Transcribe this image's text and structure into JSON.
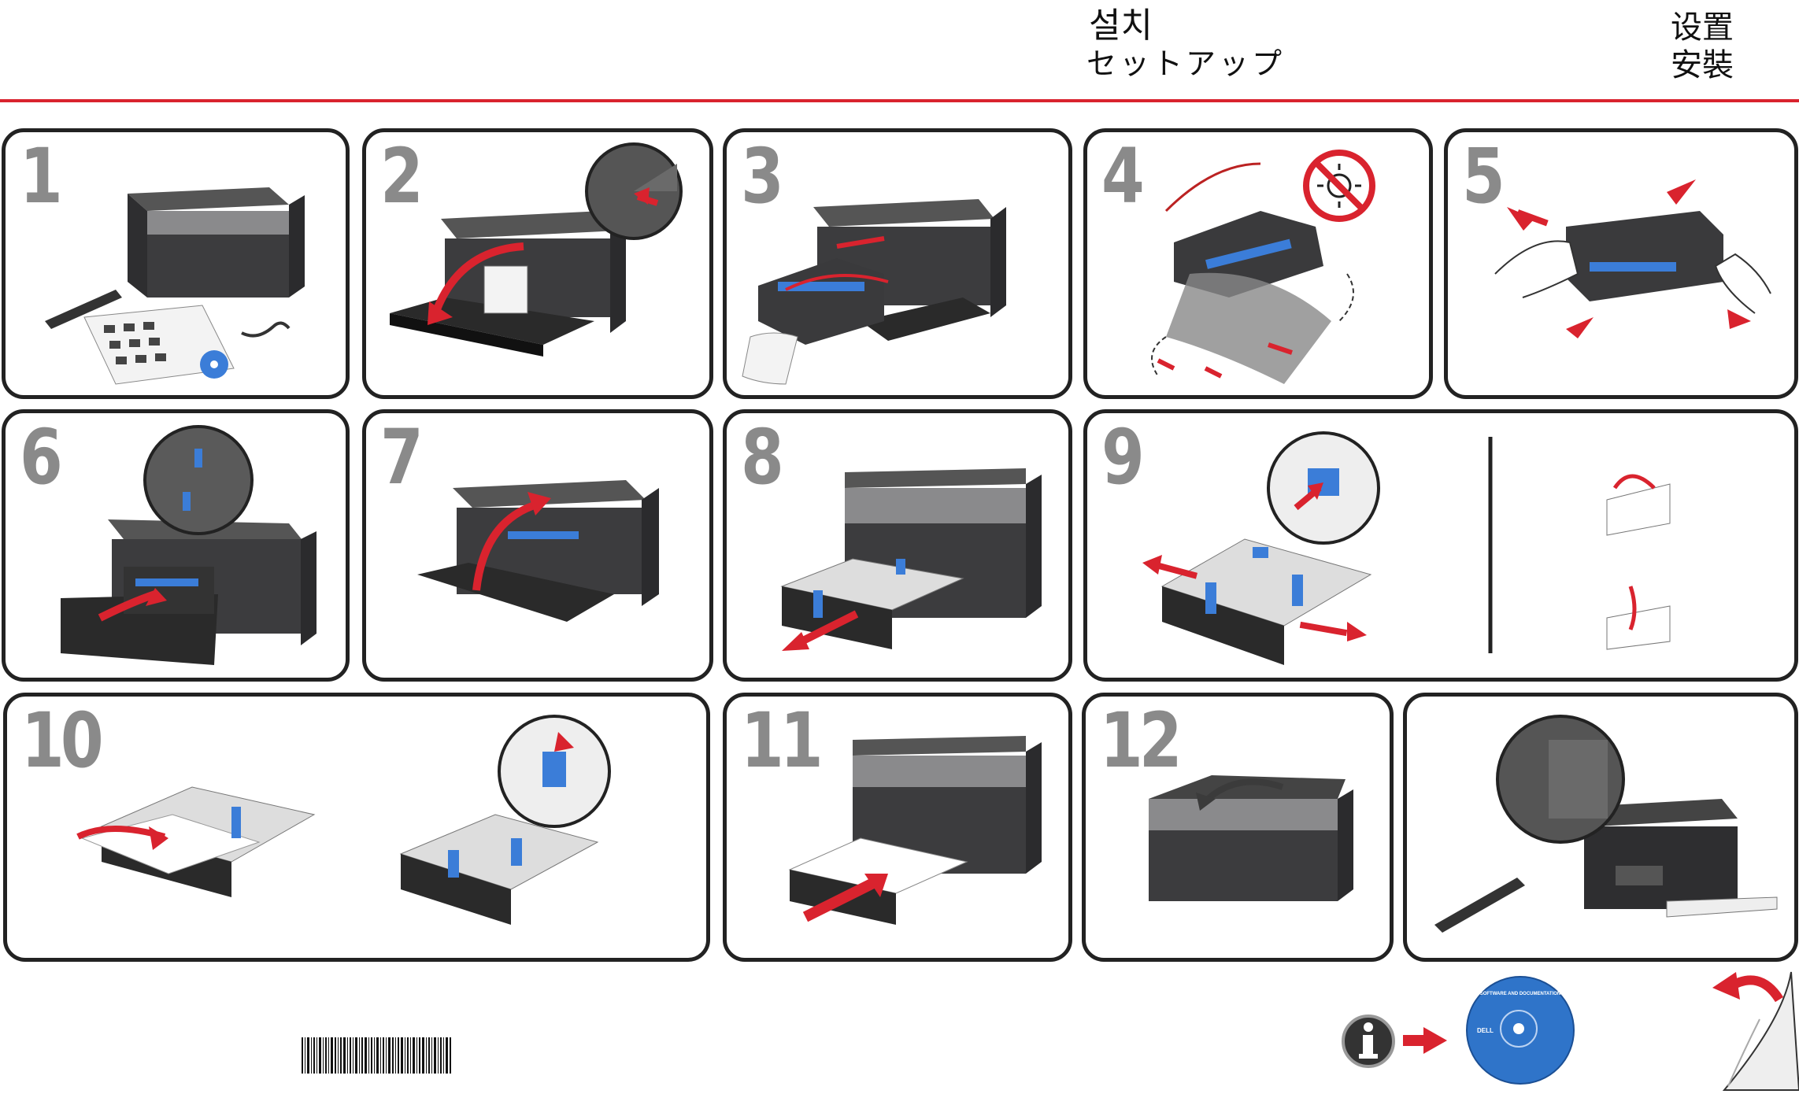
{
  "header": {
    "korean": "설치",
    "japanese": "セットアップ",
    "chinese_simplified": "设置",
    "chinese_traditional": "安裝"
  },
  "steps": [
    {
      "number": "1"
    },
    {
      "number": "2"
    },
    {
      "number": "3"
    },
    {
      "number": "4"
    },
    {
      "number": "5"
    },
    {
      "number": "6"
    },
    {
      "number": "7"
    },
    {
      "number": "8"
    },
    {
      "number": "9"
    },
    {
      "number": "10"
    },
    {
      "number": "11"
    },
    {
      "number": "12"
    }
  ],
  "cd": {
    "title": "SOFTWARE AND DOCUMENTATION",
    "brand": "DELL"
  },
  "colors": {
    "accent_red": "#d9232e",
    "printer_dark": "#3c3c3e",
    "tray_blue": "#3b7dd8",
    "panel_border": "#222222",
    "step_number": "#8a8a8a"
  },
  "icons": [
    "info-icon",
    "no-sunlight-icon",
    "arrow-icon",
    "page-turn-icon"
  ]
}
